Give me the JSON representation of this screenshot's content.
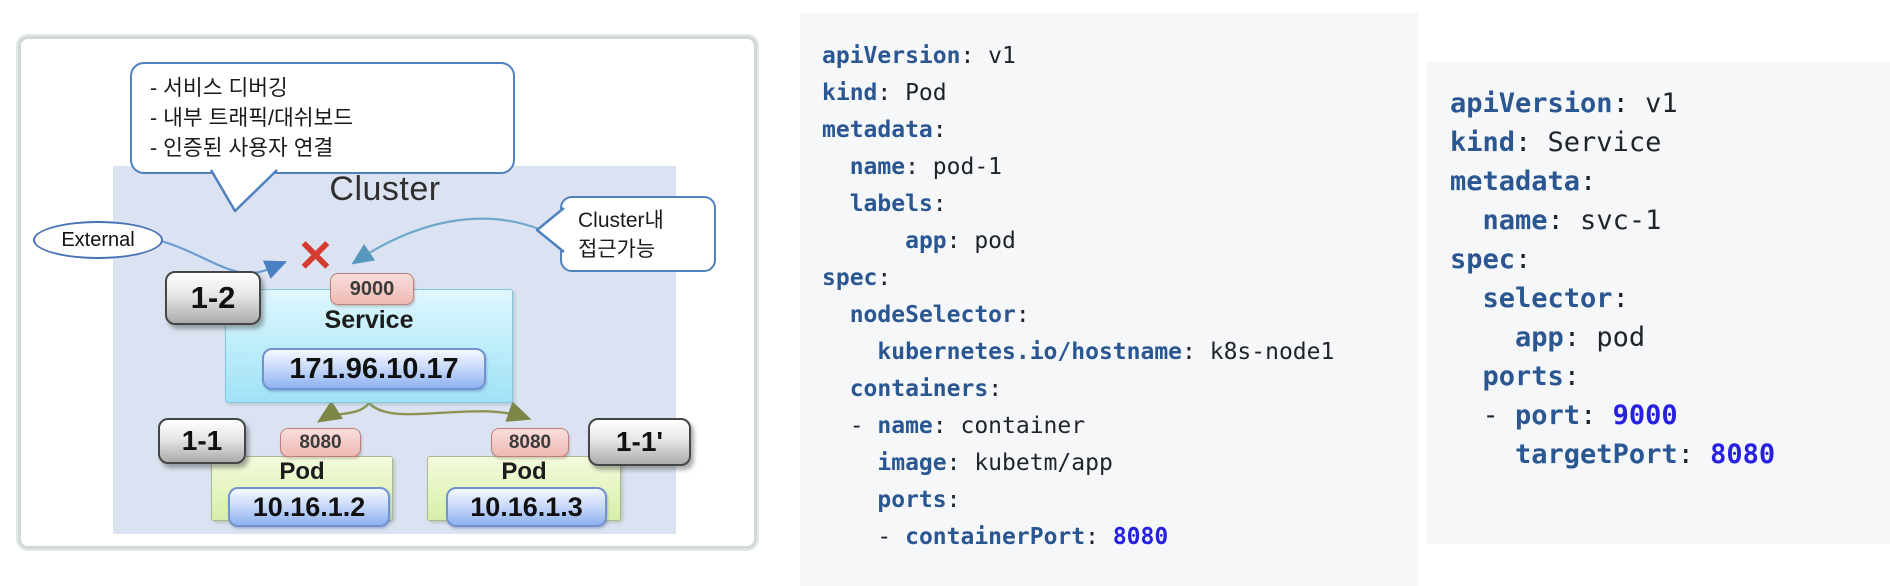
{
  "colors": {
    "yaml_key": "#2a5791",
    "yaml_number": "#2621e0",
    "yaml_text": "#20242a",
    "code_panel_bg": "#f6f7f8",
    "cluster_fill": "#dbe3f2",
    "bubble_border": "#4f81bd",
    "blocked_x": "#d9342b"
  },
  "diagram": {
    "notes_bubble": {
      "lines": [
        "- 서비스 디버깅",
        "- 내부 트래픽/대쉬보드",
        "- 인증된 사용자 연결"
      ]
    },
    "cluster_label": "Cluster",
    "external_label": "External",
    "blocked_marker": "✕",
    "access_bubble": {
      "lines": [
        "Cluster내",
        "접근가능"
      ]
    },
    "service": {
      "step": "1-2",
      "port": "9000",
      "label": "Service",
      "ip": "171.96.10.17"
    },
    "pods": [
      {
        "step": "1-1",
        "port": "8080",
        "label": "Pod",
        "ip": "10.16.1.2"
      },
      {
        "step": "1-1'",
        "port": "8080",
        "label": "Pod",
        "ip": "10.16.1.3"
      }
    ]
  },
  "pod_yaml": {
    "lines": [
      [
        [
          "k",
          "apiVersion"
        ],
        [
          "p",
          ": v1"
        ]
      ],
      [
        [
          "k",
          "kind"
        ],
        [
          "p",
          ": Pod"
        ]
      ],
      [
        [
          "k",
          "metadata"
        ],
        [
          "p",
          ":"
        ]
      ],
      [
        [
          "p",
          "  "
        ],
        [
          "k",
          "name"
        ],
        [
          "p",
          ": pod-1"
        ]
      ],
      [
        [
          "p",
          "  "
        ],
        [
          "k",
          "labels"
        ],
        [
          "p",
          ":"
        ]
      ],
      [
        [
          "p",
          "      "
        ],
        [
          "k",
          "app"
        ],
        [
          "p",
          ": pod"
        ]
      ],
      [
        [
          "k",
          "spec"
        ],
        [
          "p",
          ":"
        ]
      ],
      [
        [
          "p",
          "  "
        ],
        [
          "k",
          "nodeSelector"
        ],
        [
          "p",
          ":"
        ]
      ],
      [
        [
          "p",
          "    "
        ],
        [
          "k",
          "kubernetes.io/hostname"
        ],
        [
          "p",
          ": k8s-node1"
        ]
      ],
      [
        [
          "p",
          "  "
        ],
        [
          "k",
          "containers"
        ],
        [
          "p",
          ":"
        ]
      ],
      [
        [
          "p",
          "  - "
        ],
        [
          "k",
          "name"
        ],
        [
          "p",
          ": container"
        ]
      ],
      [
        [
          "p",
          "    "
        ],
        [
          "k",
          "image"
        ],
        [
          "p",
          ": kubetm/app"
        ]
      ],
      [
        [
          "p",
          "    "
        ],
        [
          "k",
          "ports"
        ],
        [
          "p",
          ":"
        ]
      ],
      [
        [
          "p",
          "    - "
        ],
        [
          "k",
          "containerPort"
        ],
        [
          "p",
          ": "
        ],
        [
          "n",
          "8080"
        ]
      ]
    ]
  },
  "service_yaml": {
    "lines": [
      [
        [
          "k",
          "apiVersion"
        ],
        [
          "p",
          ": v1"
        ]
      ],
      [
        [
          "k",
          "kind"
        ],
        [
          "p",
          ": Service"
        ]
      ],
      [
        [
          "k",
          "metadata"
        ],
        [
          "p",
          ":"
        ]
      ],
      [
        [
          "p",
          "  "
        ],
        [
          "k",
          "name"
        ],
        [
          "p",
          ": svc-1"
        ]
      ],
      [
        [
          "k",
          "spec"
        ],
        [
          "p",
          ":"
        ]
      ],
      [
        [
          "p",
          "  "
        ],
        [
          "k",
          "selector"
        ],
        [
          "p",
          ":"
        ]
      ],
      [
        [
          "p",
          "    "
        ],
        [
          "k",
          "app"
        ],
        [
          "p",
          ": pod"
        ]
      ],
      [
        [
          "p",
          "  "
        ],
        [
          "k",
          "ports"
        ],
        [
          "p",
          ":"
        ]
      ],
      [
        [
          "p",
          "  - "
        ],
        [
          "k",
          "port"
        ],
        [
          "p",
          ": "
        ],
        [
          "n",
          "9000"
        ]
      ],
      [
        [
          "p",
          "    "
        ],
        [
          "k",
          "targetPort"
        ],
        [
          "p",
          ": "
        ],
        [
          "n",
          "8080"
        ]
      ]
    ]
  }
}
